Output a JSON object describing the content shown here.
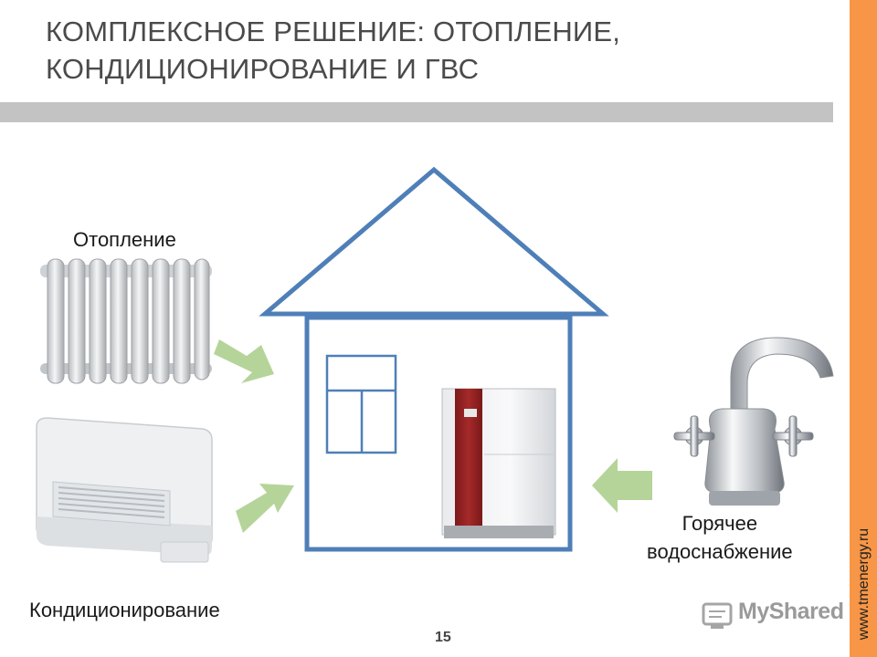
{
  "slide": {
    "title_line1": "КОМПЛЕКСНОЕ РЕШЕНИЕ: ОТОПЛЕНИЕ,",
    "title_line2": "КОНДИЦИОНИРОВАНИЕ И ГВС",
    "page_number": "15"
  },
  "labels": {
    "heating": "Отопление",
    "air_conditioning": "Кондиционирование",
    "hot_water_line1": "Горячее",
    "hot_water_line2": "водоснабжение"
  },
  "side_url": "www.tmenergy.ru",
  "watermark": "MyShared",
  "colors": {
    "accent_stripe": "#f79646",
    "house_outline": "#4f7fb8",
    "arrow_fill": "#b5d49a",
    "title_bar": "#c3c3c3"
  }
}
